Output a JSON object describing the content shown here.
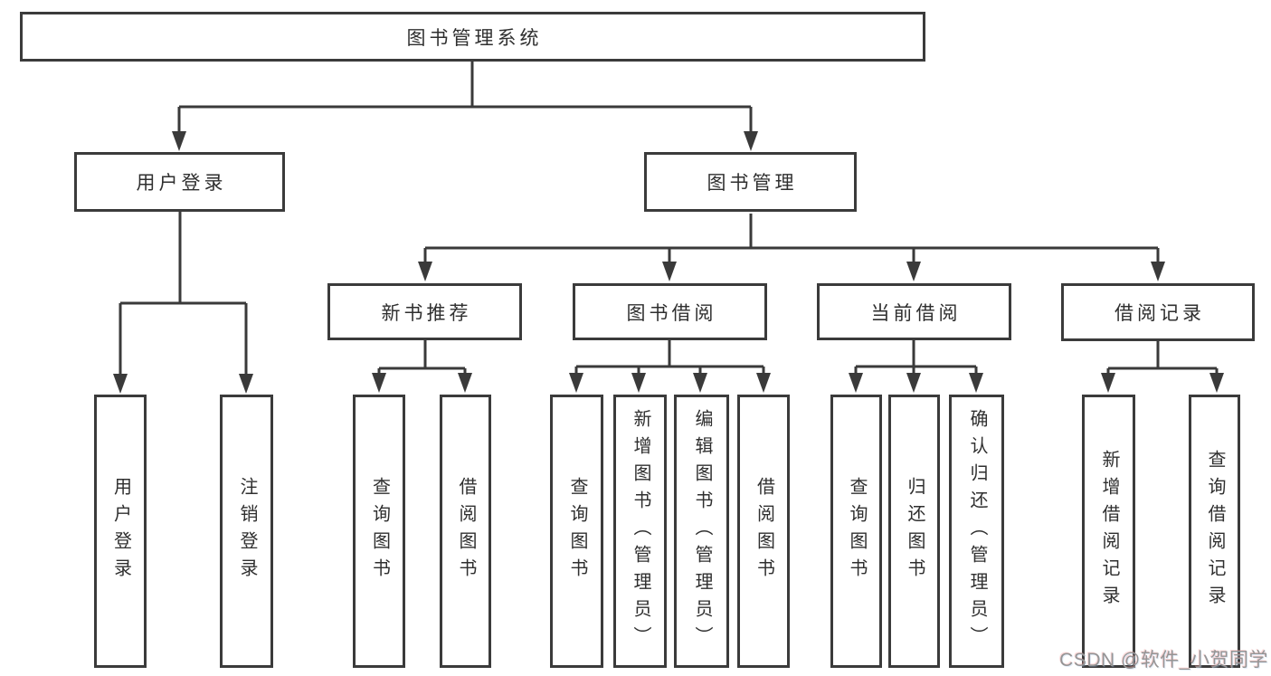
{
  "diagram": {
    "colors": {
      "line": "#3a3a3a",
      "box_border": "#3b3b3b",
      "box_background": "#ffffff",
      "text": "#2f2f2f",
      "watermark_text": "#959595"
    },
    "root": {
      "label": "图书管理系统"
    },
    "branches": [
      {
        "label": "用户登录",
        "children": [
          {
            "label": "用户登录"
          },
          {
            "label": "注销登录"
          }
        ]
      },
      {
        "label": "图书管理",
        "children": [
          {
            "label": "新书推荐",
            "children": [
              {
                "label": "查询图书"
              },
              {
                "label": "借阅图书"
              }
            ]
          },
          {
            "label": "图书借阅",
            "children": [
              {
                "label": "查询图书"
              },
              {
                "label": "新增图书（管理员）"
              },
              {
                "label": "编辑图书（管理员）"
              },
              {
                "label": "借阅图书"
              }
            ]
          },
          {
            "label": "当前借阅",
            "children": [
              {
                "label": "查询图书"
              },
              {
                "label": "归还图书"
              },
              {
                "label": "确认归还（管理员）"
              }
            ]
          },
          {
            "label": "借阅记录",
            "children": [
              {
                "label": "新增借阅记录"
              },
              {
                "label": "查询借阅记录"
              }
            ]
          }
        ]
      }
    ],
    "watermark": "CSDN @软件_小贺同学"
  }
}
